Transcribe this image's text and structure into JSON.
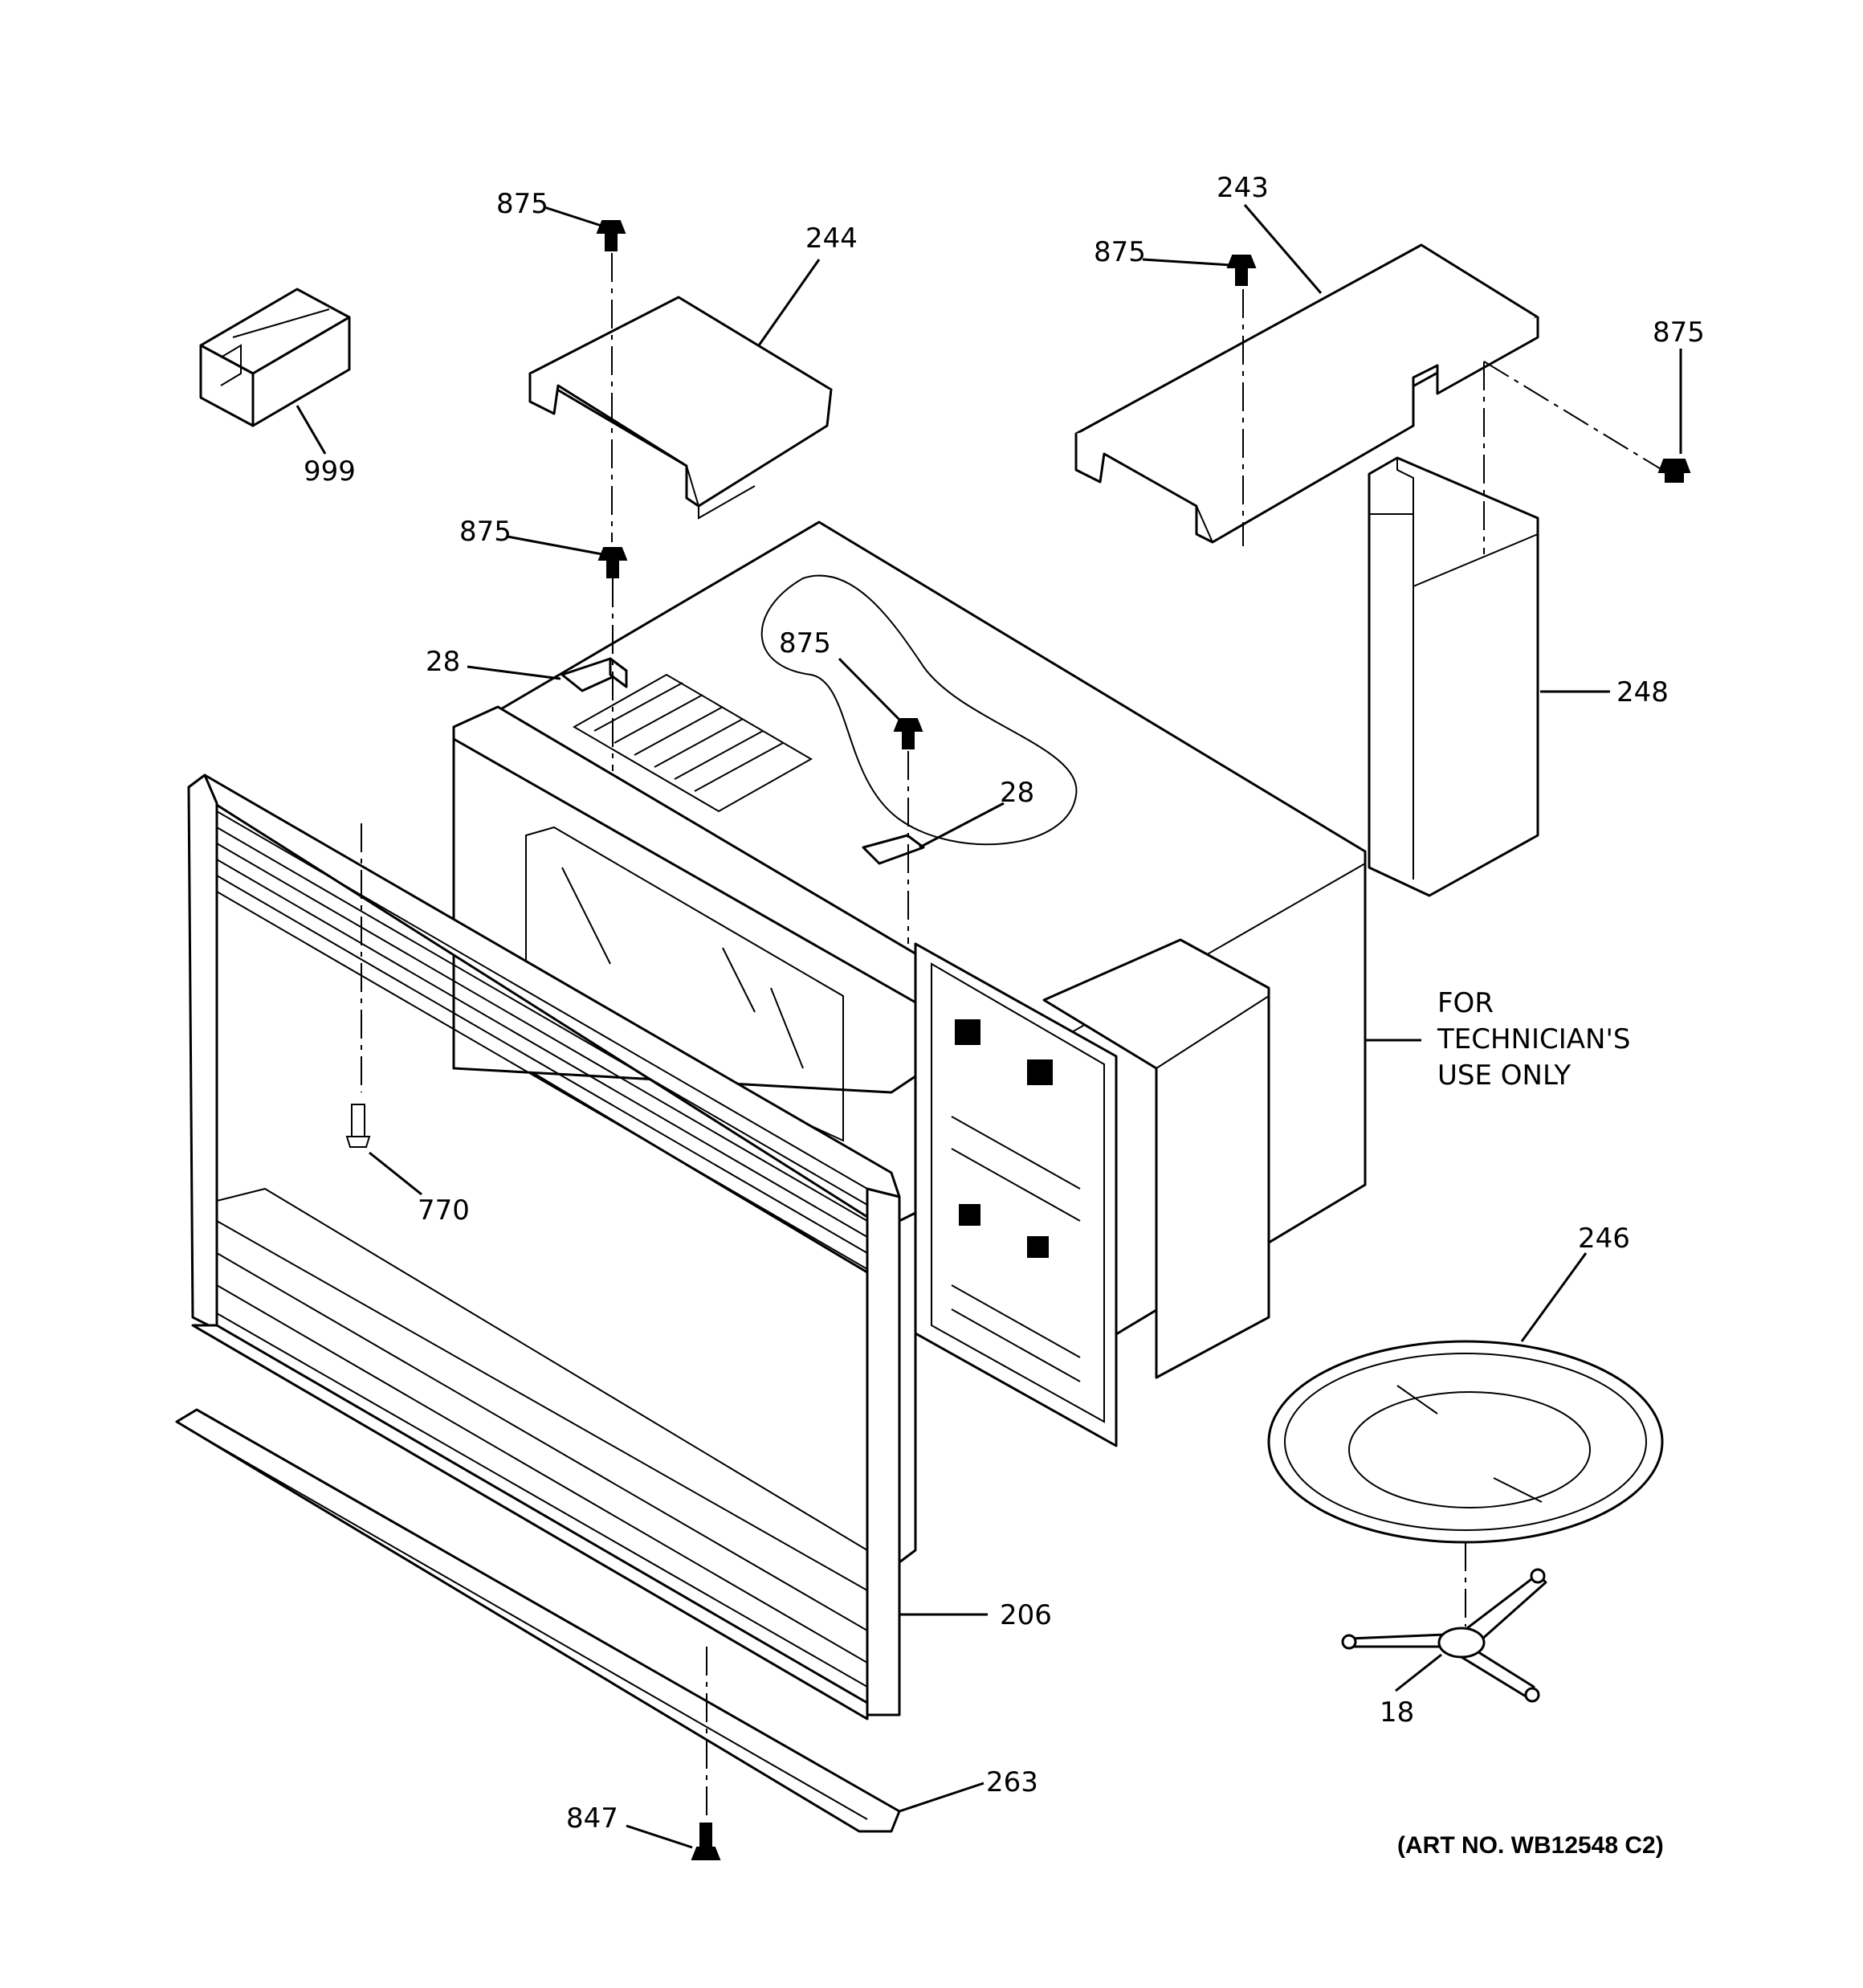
{
  "diagram": {
    "callouts": {
      "c875a": "875",
      "c244": "244",
      "c243": "243",
      "c875b": "875",
      "c875c": "875",
      "c999": "999",
      "c875d": "875",
      "c28a": "28",
      "c875e": "875",
      "c28b": "28",
      "c248": "248",
      "c770": "770",
      "c246": "246",
      "c206": "206",
      "c18": "18",
      "c263": "263",
      "c847": "847"
    },
    "note_lines": [
      "FOR",
      "TECHNICIAN'S",
      "USE ONLY"
    ],
    "art_number": "(ART NO. WB12548 C2)"
  }
}
